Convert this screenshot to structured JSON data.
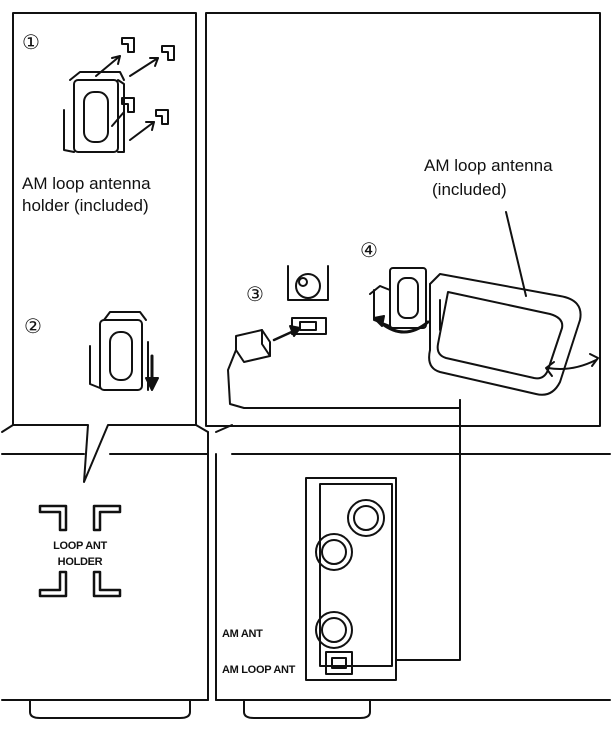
{
  "steps": [
    "①",
    "②",
    "③",
    "④"
  ],
  "labels": {
    "holder_line1": "AM loop antenna",
    "holder_line2": "holder (included)",
    "antenna_line1": "AM loop antenna",
    "antenna_line2": "(included)",
    "loop_ant_holder_line1": "LOOP ANT",
    "loop_ant_holder_line2": "HOLDER",
    "am_ant": "AM ANT",
    "am_loop_ant": "AM LOOP ANT"
  }
}
